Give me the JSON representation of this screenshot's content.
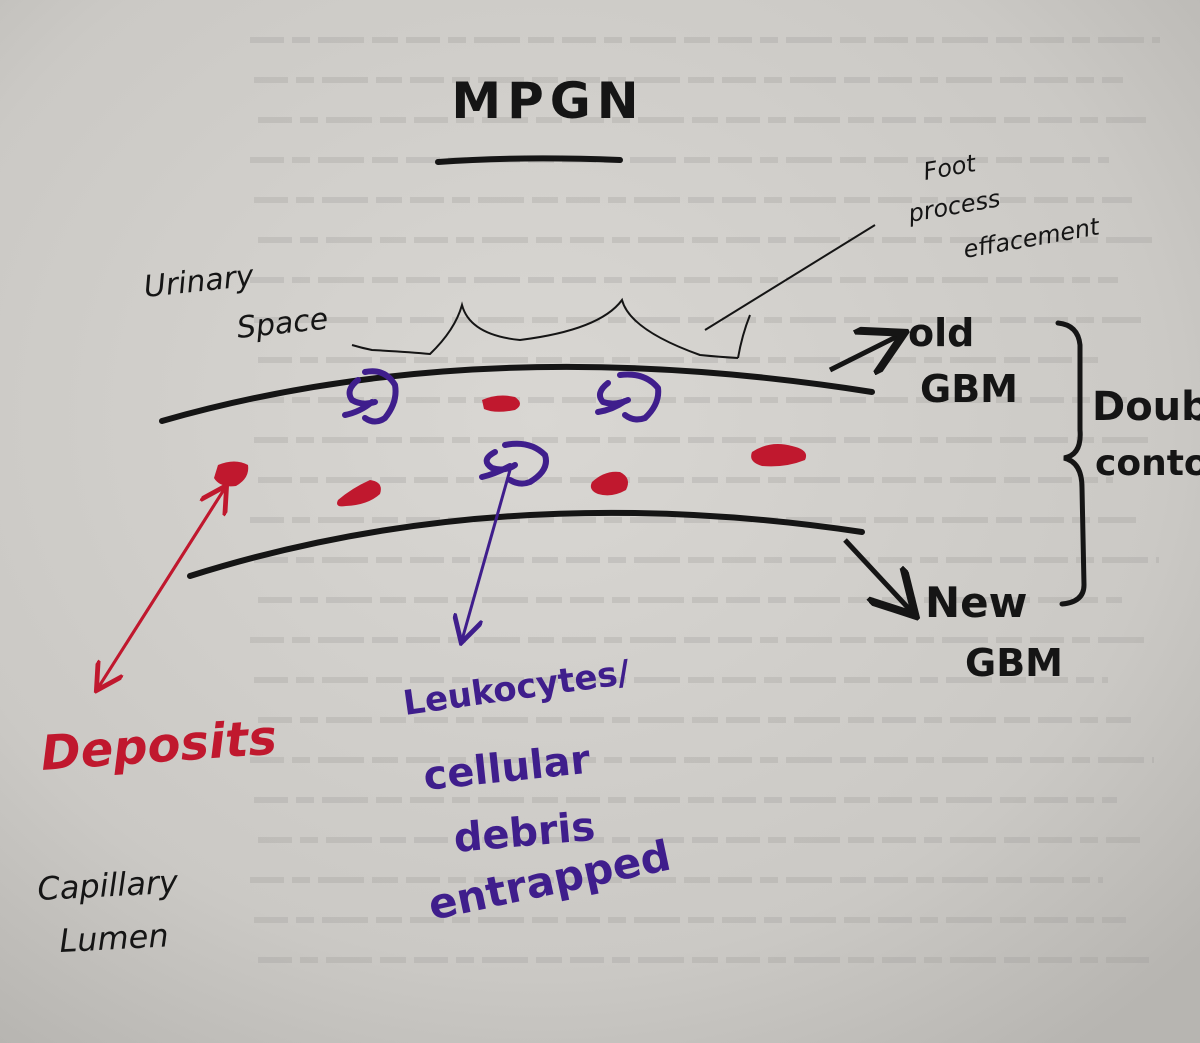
{
  "title": "MPGN",
  "labels": {
    "urinary_space": [
      "Urinary",
      "Space"
    ],
    "foot_process": [
      "Foot",
      "process",
      "effacement"
    ],
    "old_gbm": [
      "old",
      "GBM"
    ],
    "new_gbm": [
      "New",
      "GBM"
    ],
    "double_contour": [
      "Double",
      "contour"
    ],
    "deposits": "Deposits",
    "leukocytes": [
      "Leukocytes/",
      "cellular",
      "debris",
      "entrapped"
    ],
    "capillary_lumen": [
      "Capillary",
      "Lumen"
    ]
  },
  "colors": {
    "paper": "#d2d0cc",
    "black_ink": "#151515",
    "red_ink": "#c0182e",
    "purple_ink": "#3f1e8c",
    "printed_text": "#9c9a97"
  }
}
